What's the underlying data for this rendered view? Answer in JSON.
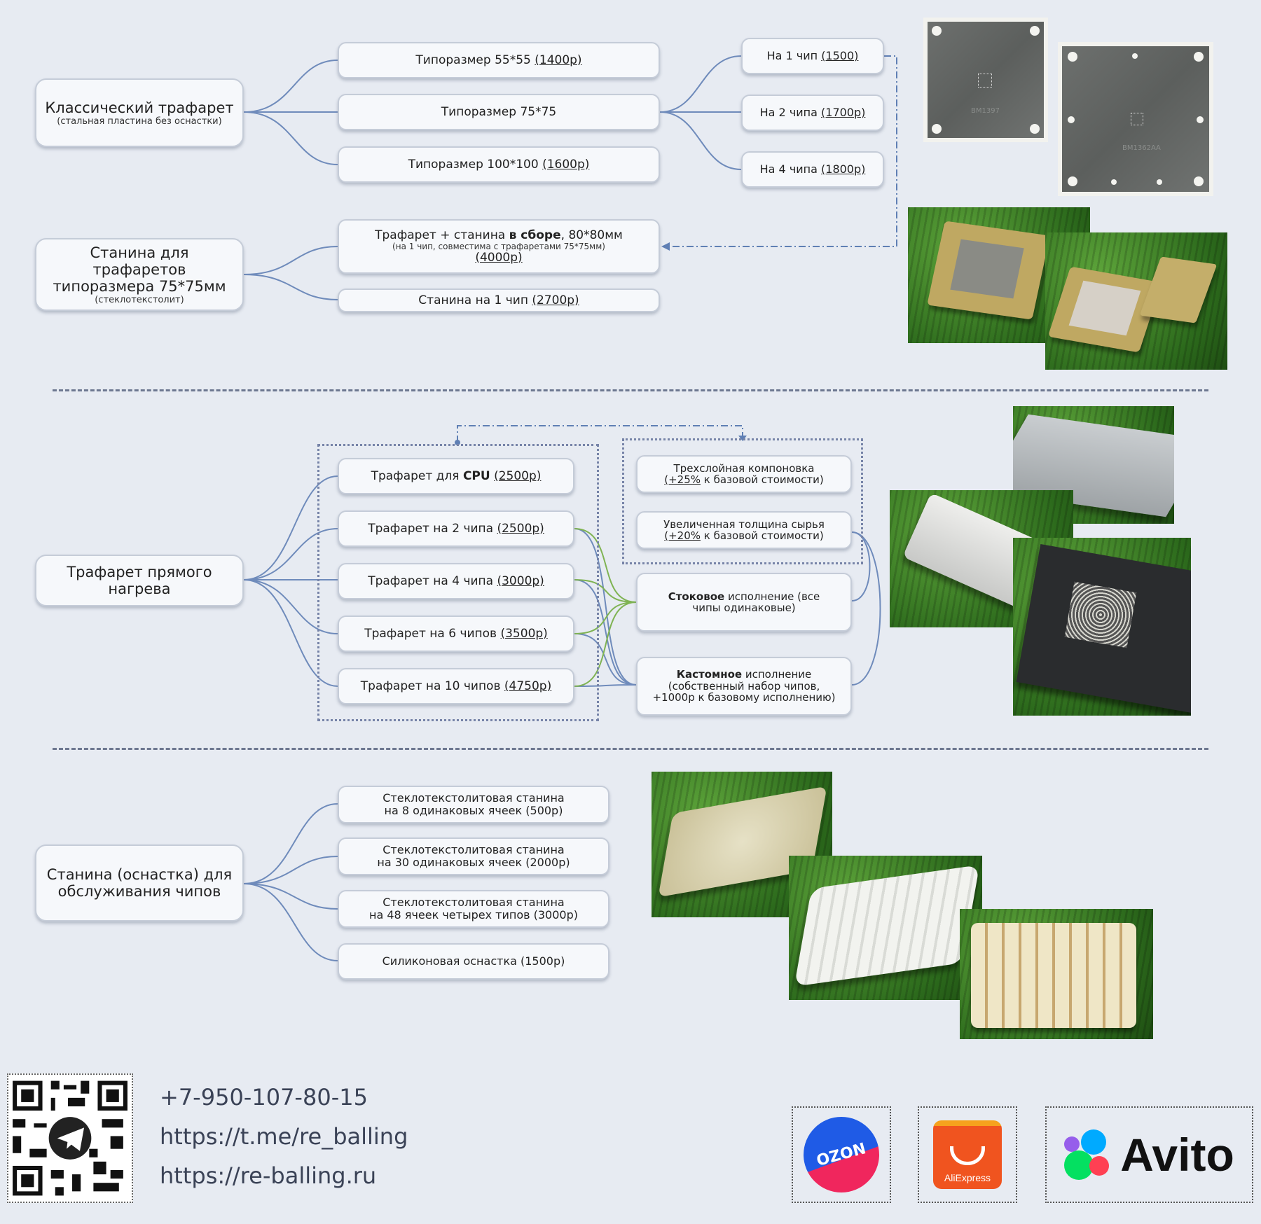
{
  "section1": {
    "root": {
      "title": "Классический трафарет",
      "subtitle": "(стальная пластина без оснастки)"
    },
    "sizes": [
      {
        "text": "Типоразмер 55*55 ",
        "price": "(1400р)"
      },
      {
        "text": "Типоразмер 75*75",
        "price": ""
      },
      {
        "text": "Типоразмер 100*100 ",
        "price": "(1600р)"
      }
    ],
    "chips": [
      {
        "text": "На 1 чип ",
        "price": "(1500)"
      },
      {
        "text": "На 2 чипа ",
        "price": "(1700р)"
      },
      {
        "text": "На 4 чипа ",
        "price": "(1800р)"
      }
    ],
    "root2": {
      "title": "Станина для трафаретов типоразмера 75*75мм",
      "subtitle": "(стеклотекстолит)"
    },
    "assembly": {
      "pre": "Трафарет + станина ",
      "bold": "в сборе",
      "post": ", 80*80мм",
      "note": "(на 1 чип, совместима с трафаретами 75*75мм)",
      "price": "(4000р)"
    },
    "frame": {
      "text": "Станина на 1 чип ",
      "price": "(2700р)"
    },
    "photo_labels": [
      "BM1397",
      "BM1362AA"
    ]
  },
  "section2": {
    "root": {
      "title": "Трафарет прямого нагрева"
    },
    "items": [
      {
        "pre": "Трафарет для ",
        "bold": "CPU",
        "post": " ",
        "price": "(2500р)"
      },
      {
        "pre": "Трафарет на 2 чипа ",
        "bold": "",
        "post": "",
        "price": "(2500р)"
      },
      {
        "pre": "Трафарет на 4 чипа ",
        "bold": "",
        "post": "",
        "price": "(3000р)"
      },
      {
        "pre": "Трафарет на 6 чипов ",
        "bold": "",
        "post": "",
        "price": "(3500р)"
      },
      {
        "pre": "Трафарет на 10 чипов ",
        "bold": "",
        "post": "",
        "price": "(4750р)"
      }
    ],
    "options": [
      {
        "line1": "Трехслойная компоновка",
        "pct": "(+25%",
        "line2": " к базовой стоимости)"
      },
      {
        "line1": "Увеличенная толщина сырья",
        "pct": "(+20%",
        "line2": " к базовой стоимости)"
      }
    ],
    "stock": {
      "bold": "Стоковое",
      "rest": " исполнение (все чипы одинаковые)"
    },
    "custom": {
      "bold": "Кастомное",
      "rest": " исполнение",
      "line2": "(собственный набор чипов,",
      "line3": "+1000р к базовому исполнению)"
    }
  },
  "section3": {
    "root": {
      "title": "Станина (оснастка) для обслуживания чипов"
    },
    "items": [
      {
        "line1": "Стеклотекстолитовая станина",
        "line2": "на 8 одинаковых ячеек (500р)"
      },
      {
        "line1": "Стеклотекстолитовая станина",
        "line2": "на 30 одинаковых ячеек (2000р)"
      },
      {
        "line1": "Стеклотекстолитовая станина",
        "line2": "на 48 ячеек четырех типов (3000р)"
      },
      {
        "line1": "Силиконовая оснастка (1500р)",
        "line2": ""
      }
    ]
  },
  "contacts": {
    "phone": "+7-950-107-80-15",
    "telegram": "https://t.me/re_balling",
    "site": "https://re-balling.ru"
  },
  "logos": {
    "ozon": "OZON",
    "aliexpress": "AliExpress",
    "avito": "Avito"
  },
  "colors": {
    "wire_blue": "#5f7fb4",
    "wire_green": "#78b04a",
    "background": "#e7ebf2",
    "ozon": "#1f5be6",
    "ali": "#f0541f"
  }
}
